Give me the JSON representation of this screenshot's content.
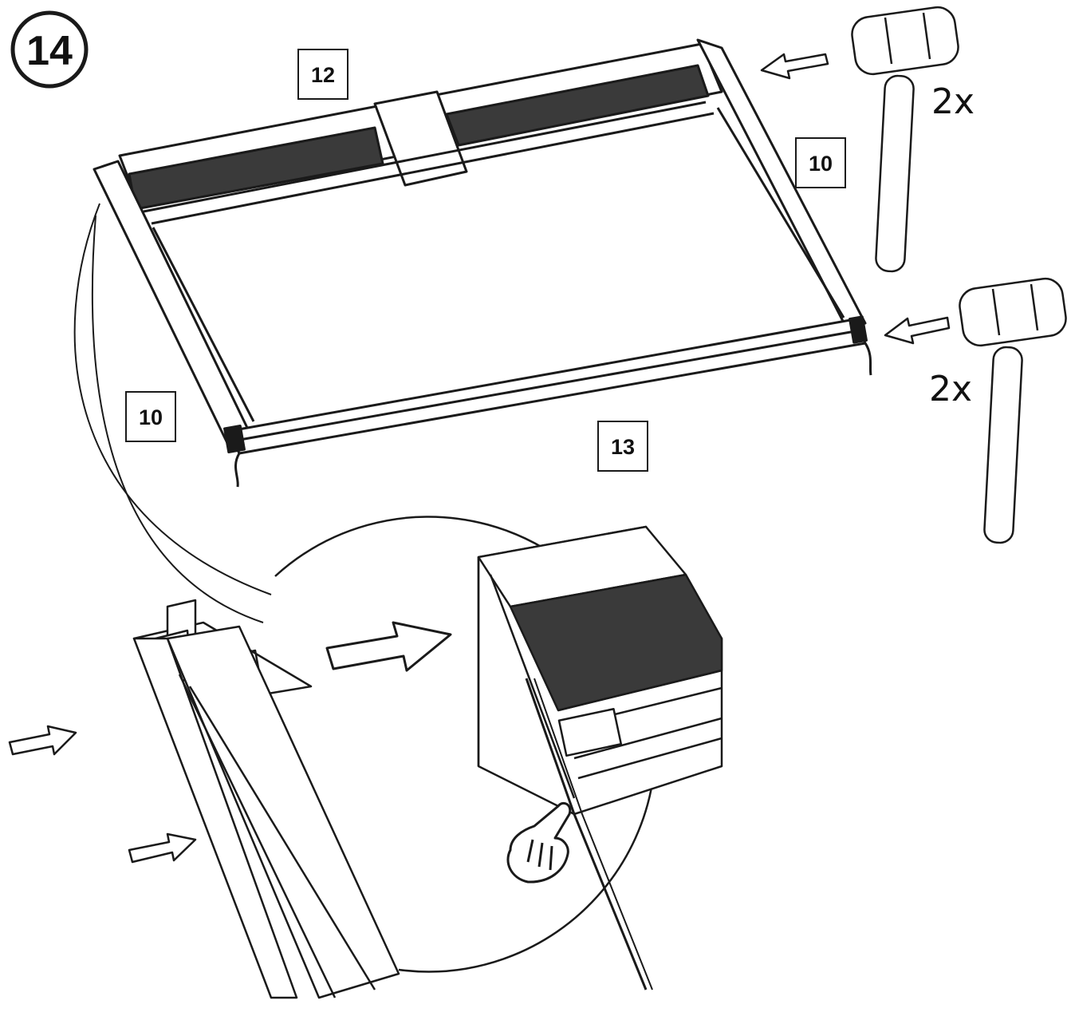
{
  "step": {
    "number": "14"
  },
  "part_labels": {
    "top_rail": "12",
    "right_side": "10",
    "left_side": "10",
    "bottom_rail": "13"
  },
  "quantities": {
    "upper_mallet": "2x",
    "lower_mallet": "2x"
  },
  "colors": {
    "line": "#1a1a1a",
    "fabric": "#3a3a3a",
    "background": "#ffffff"
  },
  "icons": [
    "mallet-icon",
    "arrow-icon",
    "pointing-hand-icon"
  ]
}
